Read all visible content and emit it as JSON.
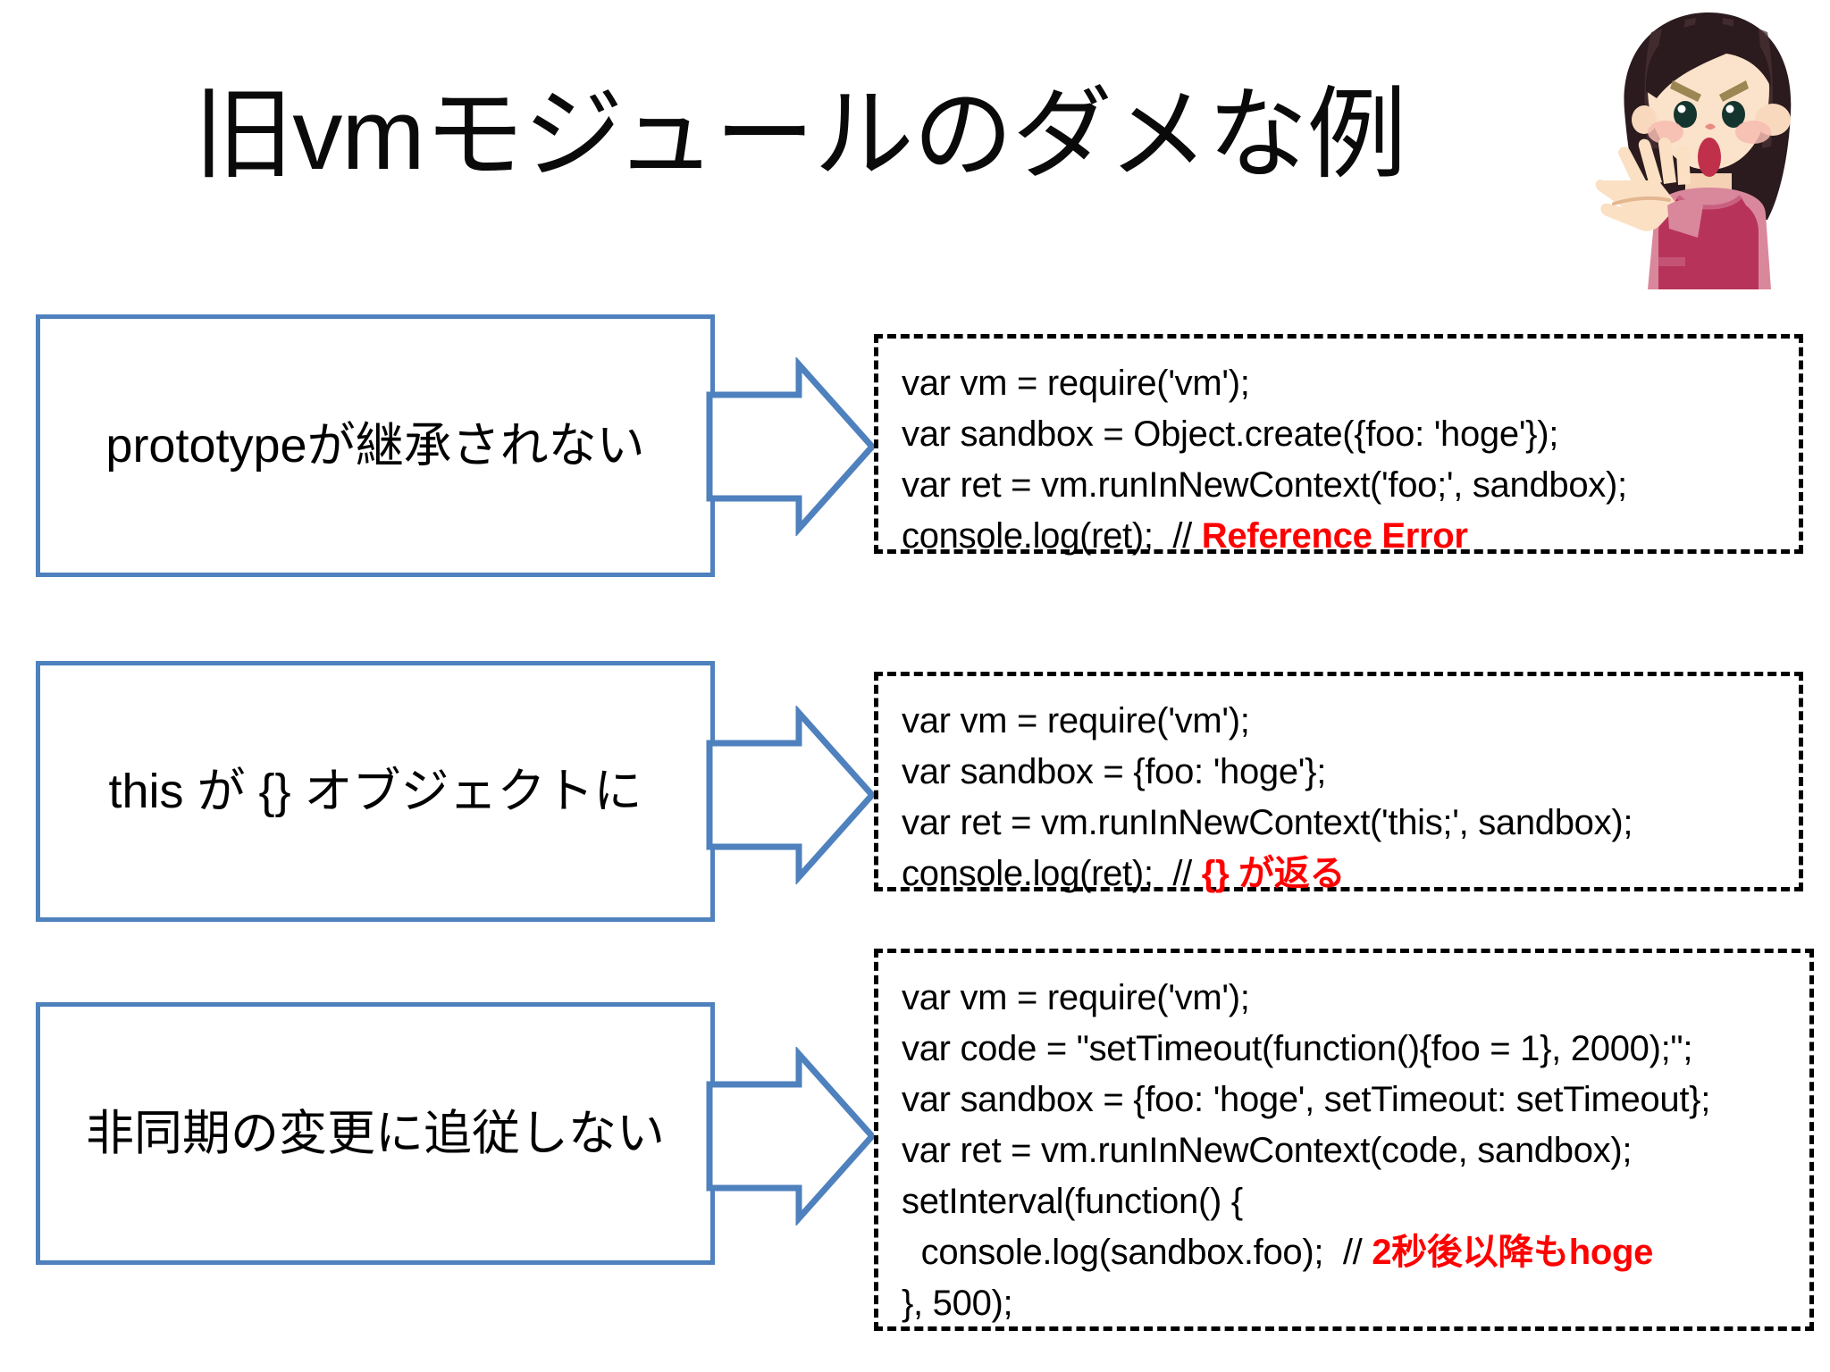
{
  "slide": {
    "title": "旧vmモジュールのダメな例",
    "accent_blue": "#4E81BD",
    "comment_red": "#FF0000",
    "background": "#FFFFFF"
  },
  "illustration": {
    "name": "angry-woman-stop-gesture",
    "hair_color": "#2B1B1E",
    "skin_color": "#FAE0C8",
    "apron_color": "#B8335A",
    "shirt_color": "#D9889B",
    "mouth_color": "#C0304A"
  },
  "rows": [
    {
      "label": "prototypeが継承されない",
      "arrow": "right-block-arrow",
      "code": [
        {
          "text": "var vm = require('vm');",
          "comment": null
        },
        {
          "text": "var sandbox = Object.create({foo: 'hoge'});",
          "comment": null
        },
        {
          "text": "var ret = vm.runInNewContext('foo;', sandbox);",
          "comment": null
        },
        {
          "text": "console.log(ret);  ",
          "slashes": "// ",
          "comment": "Reference Error"
        }
      ]
    },
    {
      "label": "this が {} オブジェクトに",
      "arrow": "right-block-arrow",
      "code": [
        {
          "text": "var vm = require('vm');",
          "comment": null
        },
        {
          "text": "var sandbox = {foo: 'hoge'};",
          "comment": null
        },
        {
          "text": "var ret = vm.runInNewContext('this;', sandbox);",
          "comment": null
        },
        {
          "text": "console.log(ret);  ",
          "slashes": "// ",
          "comment": "{} が返る"
        }
      ]
    },
    {
      "label": "非同期の変更に追従しない",
      "arrow": "right-block-arrow",
      "code": [
        {
          "text": "var vm = require('vm');",
          "comment": null
        },
        {
          "text": "var code = \"setTimeout(function(){foo = 1}, 2000);\";",
          "comment": null
        },
        {
          "text": "var sandbox = {foo: 'hoge', setTimeout: setTimeout};",
          "comment": null
        },
        {
          "text": "var ret = vm.runInNewContext(code, sandbox);",
          "comment": null
        },
        {
          "text": "setInterval(function() {",
          "comment": null
        },
        {
          "text": "  console.log(sandbox.foo);  ",
          "slashes": "// ",
          "comment": "2秒後以降もhoge"
        },
        {
          "text": "}, 500);",
          "comment": null
        }
      ]
    }
  ]
}
